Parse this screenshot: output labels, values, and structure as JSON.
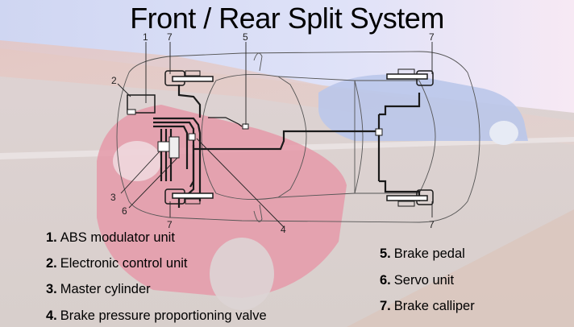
{
  "slide": {
    "title": "Front / Rear Split System"
  },
  "diagram": {
    "callouts": [
      "1",
      "2",
      "3",
      "4",
      "5",
      "6",
      "7",
      "7",
      "7",
      "7"
    ]
  },
  "legend": {
    "items": [
      {
        "num": "1.",
        "label": "ABS modulator unit"
      },
      {
        "num": "2.",
        "label": "Electronic control unit"
      },
      {
        "num": "3.",
        "label": "Master cylinder"
      },
      {
        "num": "4.",
        "label": "Brake pressure proportioning valve"
      },
      {
        "num": "5.",
        "label": "Brake pedal"
      },
      {
        "num": "6.",
        "label": "Servo unit"
      },
      {
        "num": "7.",
        "label": "Brake calliper"
      }
    ]
  },
  "colors": {
    "sky": "#d4daf5",
    "haze": "#f7e9f3",
    "red_car": "#e8a0ae",
    "blue_car": "#b9c7ea",
    "road": "#d9d3d1",
    "line": "#1a1a1a"
  }
}
